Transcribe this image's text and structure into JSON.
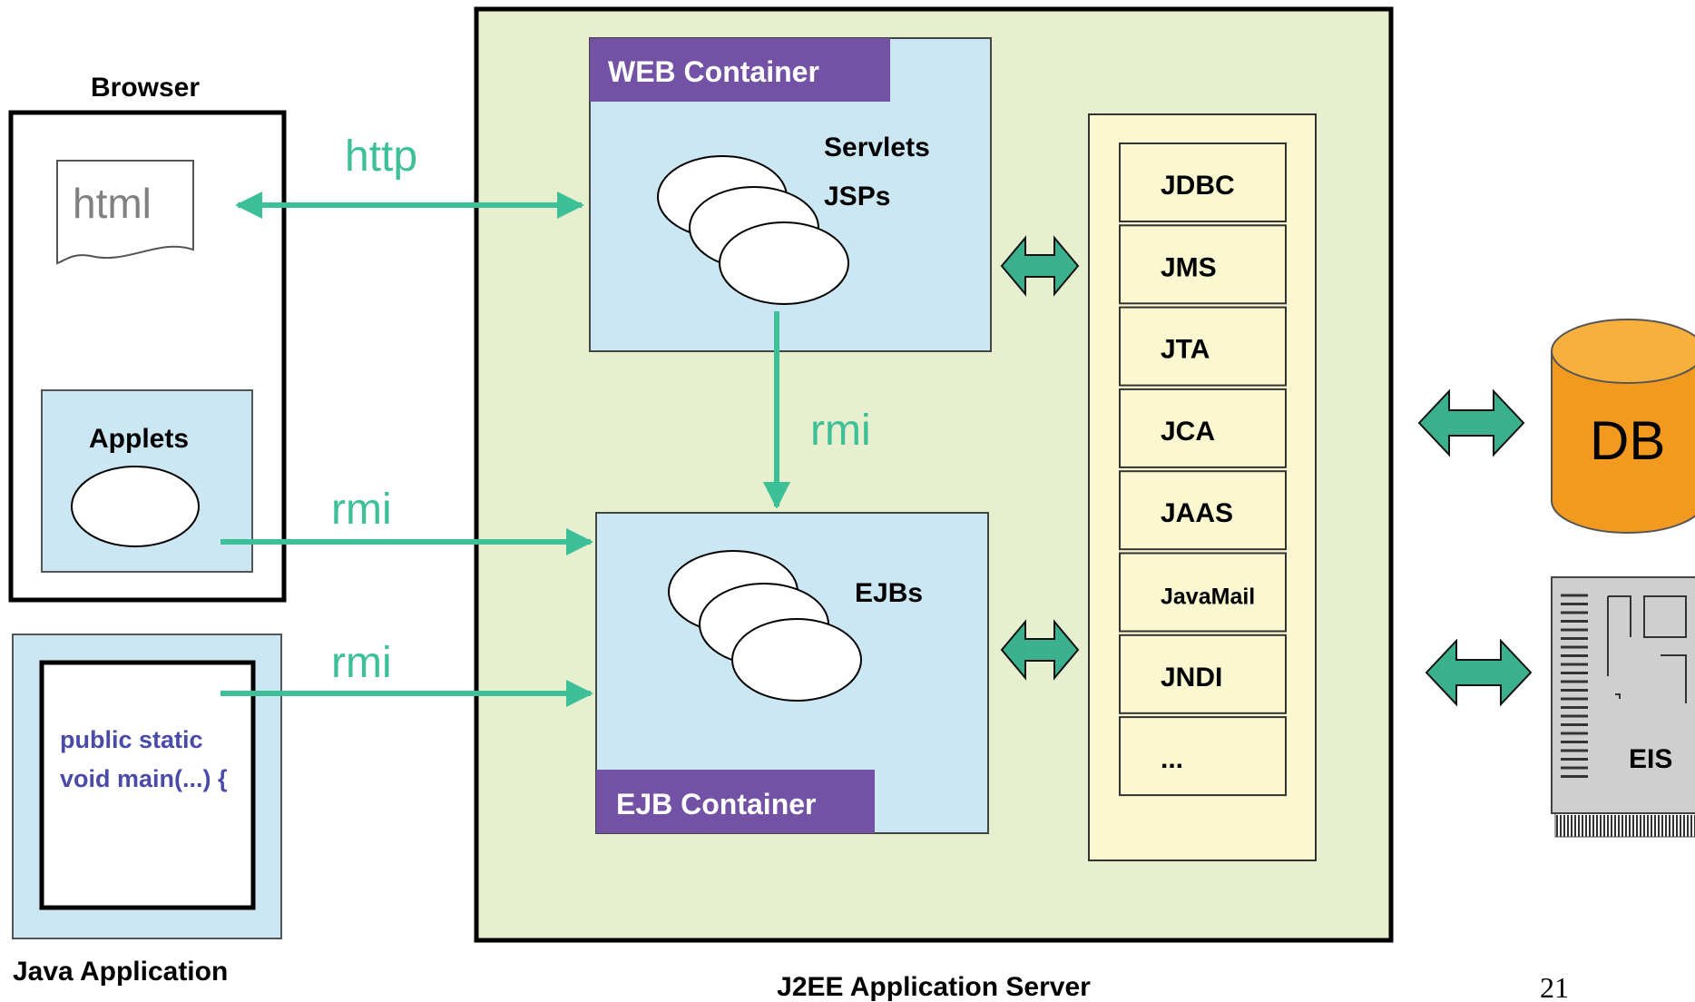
{
  "browser": {
    "title": "Browser",
    "html_doc": "html",
    "applets_label": "Applets"
  },
  "java_app": {
    "title": "Java Application",
    "code_line1": "public static",
    "code_line2": "void main(...) {"
  },
  "server": {
    "title": "J2EE Application Server"
  },
  "web_container": {
    "label": "WEB Container",
    "servlets": "Servlets",
    "jsps": "JSPs"
  },
  "ejb_container": {
    "label": "EJB Container",
    "ejbs": "EJBs"
  },
  "protocols": {
    "http": "http",
    "rmi_internal": "rmi",
    "rmi_applet": "rmi",
    "rmi_app": "rmi"
  },
  "services": [
    "JDBC",
    "JMS",
    "JTA",
    "JCA",
    "JAAS",
    "JavaMail",
    "JNDI",
    "..."
  ],
  "db": {
    "label": "DB"
  },
  "eis": {
    "label": "EIS"
  },
  "page_number": "21",
  "colors": {
    "container_fill": "#cce7f4",
    "server_fill": "#e6efce",
    "services_fill": "#fbf7d1",
    "purple": "#7352a5",
    "arrow_green": "#3dbf98",
    "db_orange": "#f29a1f"
  }
}
